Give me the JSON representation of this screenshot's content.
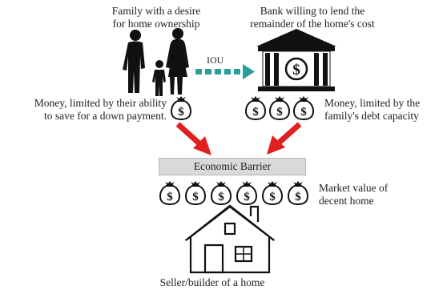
{
  "labels": {
    "family": [
      "Family with a desire",
      "for home ownership"
    ],
    "bank": [
      "Bank willing to lend the",
      "remainder of the home's cost"
    ],
    "iou": "IOU",
    "money_left": [
      "Money, limited by their ability",
      "to save for a down payment."
    ],
    "money_right": [
      "Money, limited by the",
      "family's debt capacity"
    ],
    "barrier": "Economic Barrier",
    "market_value": [
      "Market value of",
      "decent home"
    ],
    "seller": "Seller/builder of a home"
  },
  "icons": {
    "family": "family-silhouette-icon",
    "bank": "bank-building-icon",
    "money": "money-bag-icon",
    "house": "house-outline-icon",
    "arrow": "red-arrow-icon"
  },
  "colors": {
    "arrow_red": "#e02020",
    "iou_arrow_teal": "#2a9d9d",
    "barrier_fill": "#d9d9d9",
    "ink": "#111111"
  },
  "money_bag_glyph": "$"
}
